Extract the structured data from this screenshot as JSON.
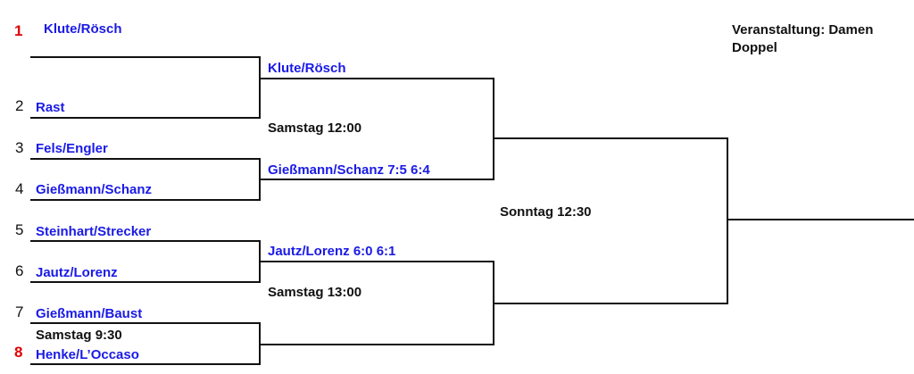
{
  "event": {
    "text": "Veranstaltung: Damen\nDoppel"
  },
  "round1": [
    {
      "seed": "1",
      "name": "Klute/Rösch"
    },
    {
      "seed": "2",
      "name": "Rast"
    },
    {
      "seed": "3",
      "name": "Fels/Engler"
    },
    {
      "seed": "4",
      "name": "Gießmann/Schanz"
    },
    {
      "seed": "5",
      "name": "Steinhart/Strecker"
    },
    {
      "seed": "6",
      "name": "Jautz/Lorenz"
    },
    {
      "seed": "7",
      "name": "Gießmann/Baust"
    },
    {
      "seed": "8",
      "name": "Henke/L’Occaso"
    }
  ],
  "round1_times": [
    "Samstag 9:30"
  ],
  "round2": [
    {
      "name": "Klute/Rösch"
    },
    {
      "name": "Gießmann/Schanz 7:5 6:4"
    },
    {
      "name": "Jautz/Lorenz  6:0 6:1"
    },
    {
      "name": ""
    }
  ],
  "round2_times": [
    "Samstag 12:00",
    "Samstag 13:00"
  ],
  "final_time": "Sonntag 12:30"
}
